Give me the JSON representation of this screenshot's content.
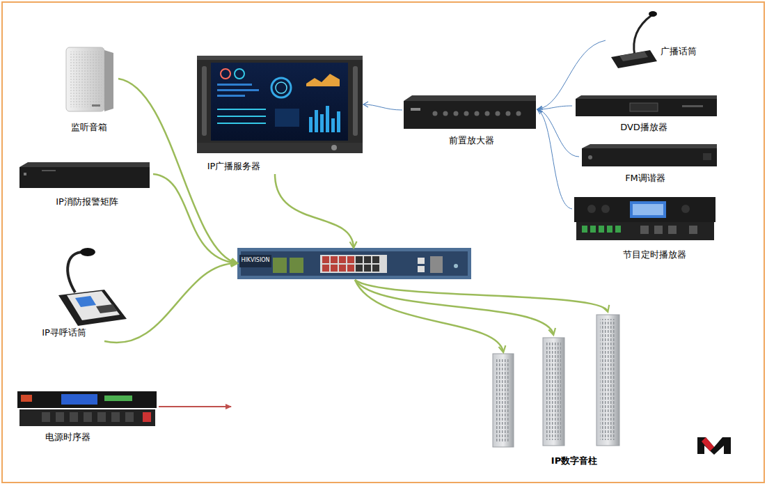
{
  "diagram": {
    "nodes": [
      {
        "text": [
          "监听音箱"
        ]
      },
      {
        "text": [
          "IP广播服务器"
        ]
      },
      {
        "text": [
          "前置放大器"
        ]
      },
      {
        "text": [
          "广播话筒"
        ]
      },
      {
        "text": [
          "DVD播放器"
        ]
      },
      {
        "text": [
          "IP消防报警矩阵"
        ]
      },
      {
        "text": [
          "FM调谐器"
        ]
      },
      {
        "text": [
          "节目定时播放器"
        ]
      },
      {
        "text": [
          "HIKVISION"
        ]
      },
      {
        "text": [
          "IP寻呼话筒"
        ]
      },
      {
        "text": [
          "电源时序器"
        ]
      },
      {
        "text": [
          "IP数字音柱"
        ]
      }
    ],
    "edges": [
      {
        "from": 0,
        "to": 8,
        "arrow": "to"
      },
      {
        "from": 5,
        "to": 8,
        "arrow": "to"
      },
      {
        "from": 9,
        "to": 8,
        "arrow": "to"
      },
      {
        "from": 1,
        "to": 8,
        "arrow": "to"
      },
      {
        "from": 2,
        "to": 1,
        "arrow": "to"
      },
      {
        "from": 3,
        "to": 2,
        "arrow": "to"
      },
      {
        "from": 4,
        "to": 2,
        "arrow": "to"
      },
      {
        "from": 6,
        "to": 2,
        "arrow": "to"
      },
      {
        "from": 7,
        "to": 2,
        "arrow": "to"
      },
      {
        "from": 8,
        "to": 11,
        "arrow": "to"
      },
      {
        "from": 8,
        "to": 11,
        "arrow": "to"
      },
      {
        "from": 8,
        "to": 11,
        "arrow": "to"
      }
    ]
  }
}
